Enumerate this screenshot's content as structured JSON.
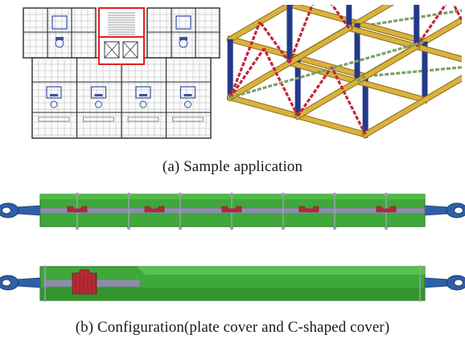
{
  "captions": {
    "a": "(a)  Sample application",
    "b": "(b)  Configuration(plate cover and C-shaped cover)"
  },
  "colors": {
    "plan_lines": "#2a2a2a",
    "plan_furniture": "#3b50a8",
    "plan_core_outline": "#e02020",
    "frame_beam": "#d9b23d",
    "frame_beam_edge": "#8a6d14",
    "frame_column": "#243a8c",
    "frame_brace_red": "#c0283a",
    "frame_brace_green": "#7aa064",
    "brace_body": "#3fa83a",
    "brace_body_dark": "#2d7e2a",
    "brace_core_plate": "#8a8fa8",
    "brace_end_fitting": "#2f5fa8",
    "brace_restrainer": "#b52a34"
  },
  "icons": {
    "floorplan": "building-floor-plan-drawing",
    "frame": "3d-braced-steel-frame",
    "brace_plate": "buckling-restrained-brace-plate-cover",
    "brace_c": "buckling-restrained-brace-c-shaped-cover"
  }
}
